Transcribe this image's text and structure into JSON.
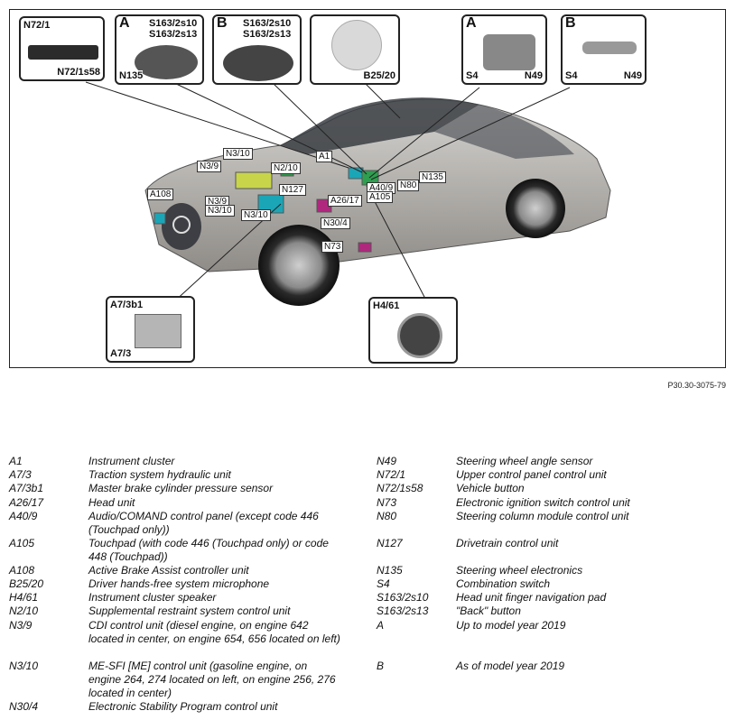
{
  "figure": {
    "callouts": {
      "n72_1": {
        "title": "N72/1",
        "sub": "N72/1s58"
      },
      "a_sw": {
        "variant": "A",
        "l1": "S163/2s10",
        "l2": "S163/2s13",
        "l3": "N135"
      },
      "b_sw": {
        "variant": "B",
        "l1": "S163/2s10",
        "l2": "S163/2s13"
      },
      "b25": {
        "title": "B25/20"
      },
      "a_s4": {
        "variant": "A",
        "s4": "S4",
        "n49": "N49"
      },
      "b_s4": {
        "variant": "B",
        "s4": "S4",
        "n49": "N49"
      },
      "a7": {
        "l1": "A7/3b1",
        "l2": "A7/3"
      },
      "h4": {
        "title": "H4/61"
      }
    },
    "labels": {
      "n3_10_top": "N3/10",
      "n3_9_top": "N3/9",
      "n2_10": "N2/10",
      "a108": "A108",
      "n3_9_low": "N3/9",
      "n3_10_low": "N3/10",
      "n3_10_low2": "N3/10",
      "n127": "N127",
      "a1": "A1",
      "a26_17": "A26/17",
      "n30_4": "N30/4",
      "n73": "N73",
      "n135": "N135",
      "n80": "N80",
      "a40_9": "A40/9",
      "a105": "A105"
    },
    "reference": "P30.30-3075-79"
  },
  "colors": {
    "teal": "#1aa6b7",
    "green": "#2e9e4f",
    "yellow": "#c8d44a",
    "magenta": "#b0287e",
    "car": "#b9b6b1"
  },
  "legend_left": [
    {
      "code": "A1",
      "desc": "Instrument cluster"
    },
    {
      "code": "A7/3",
      "desc": "Traction system hydraulic unit"
    },
    {
      "code": "A7/3b1",
      "desc": "Master brake cylinder pressure sensor"
    },
    {
      "code": "A26/17",
      "desc": "Head unit"
    },
    {
      "code": "A40/9",
      "desc": "Audio/COMAND control panel (except code 446 (Touchpad only))"
    },
    {
      "code": "A105",
      "desc": "Touchpad (with code 446 (Touchpad only) or code 448 (Touchpad))"
    },
    {
      "code": "A108",
      "desc": "Active Brake Assist controller unit"
    },
    {
      "code": "B25/20",
      "desc": "Driver hands-free system microphone"
    },
    {
      "code": "H4/61",
      "desc": "Instrument cluster speaker"
    },
    {
      "code": "N2/10",
      "desc": "Supplemental restraint system control unit"
    },
    {
      "code": "N3/9",
      "desc": "CDI control unit (diesel engine, on engine 642 located in center, on engine 654, 656 located on left)"
    },
    {
      "code": "N3/10",
      "desc": "ME-SFI [ME] control unit (gasoline engine, on engine 264, 274 located on left, on engine 256, 276 located in center)"
    },
    {
      "code": "N30/4",
      "desc": "Electronic Stability Program control unit"
    }
  ],
  "legend_right": [
    {
      "code": "N49",
      "desc": "Steering wheel angle sensor"
    },
    {
      "code": "N72/1",
      "desc": "Upper control panel control unit"
    },
    {
      "code": "N72/1s58",
      "desc": "Vehicle button"
    },
    {
      "code": "N73",
      "desc": "Electronic ignition switch control unit"
    },
    {
      "code": "N80",
      "desc": "Steering column module control unit"
    },
    {
      "code": "N127",
      "desc": "Drivetrain control unit"
    },
    {
      "code": "N135",
      "desc": "Steering wheel electronics"
    },
    {
      "code": "S4",
      "desc": "Combination switch"
    },
    {
      "code": "S163/2s10",
      "desc": "Head unit finger navigation pad"
    },
    {
      "code": "S163/2s13",
      "desc": "\"Back\" button"
    },
    {
      "code": "A",
      "desc": "Up to model year 2019"
    },
    {
      "code": "B",
      "desc": "As of model year 2019"
    }
  ]
}
